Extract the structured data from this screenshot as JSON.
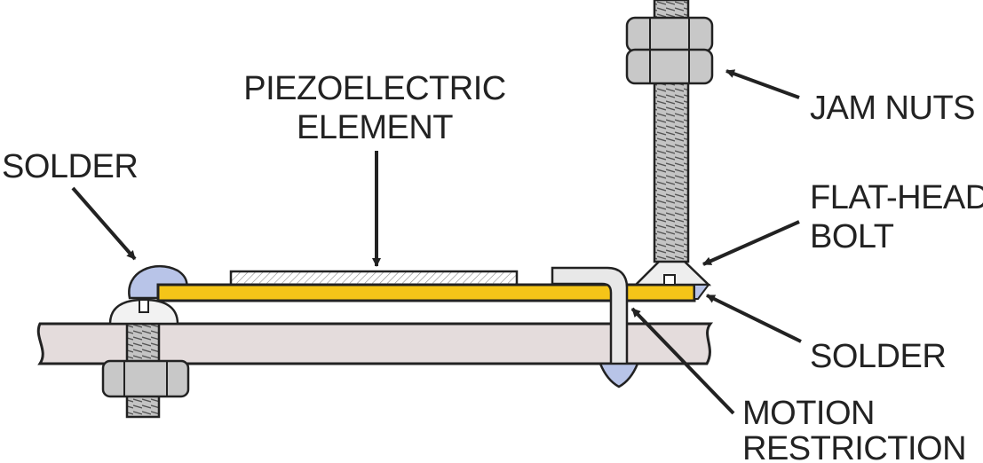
{
  "labels": {
    "piezo_line1": "PIEZOELECTRIC",
    "piezo_line2": "ELEMENT",
    "solder_left": "SOLDER",
    "jam_nuts": "JAM NUTS",
    "flat_head_line1": "FLAT-HEAD",
    "flat_head_line2": "BOLT",
    "solder_right": "SOLDER",
    "motion_line1": "MOTION",
    "motion_line2": "RESTRICTION"
  },
  "colors": {
    "outline": "#222222",
    "plate": "#e4dcdc",
    "brass_strip": "#f5c518",
    "solder": "#b8c4e8",
    "nut": "#c8c8c8",
    "bolt": "#b4b4b4"
  }
}
